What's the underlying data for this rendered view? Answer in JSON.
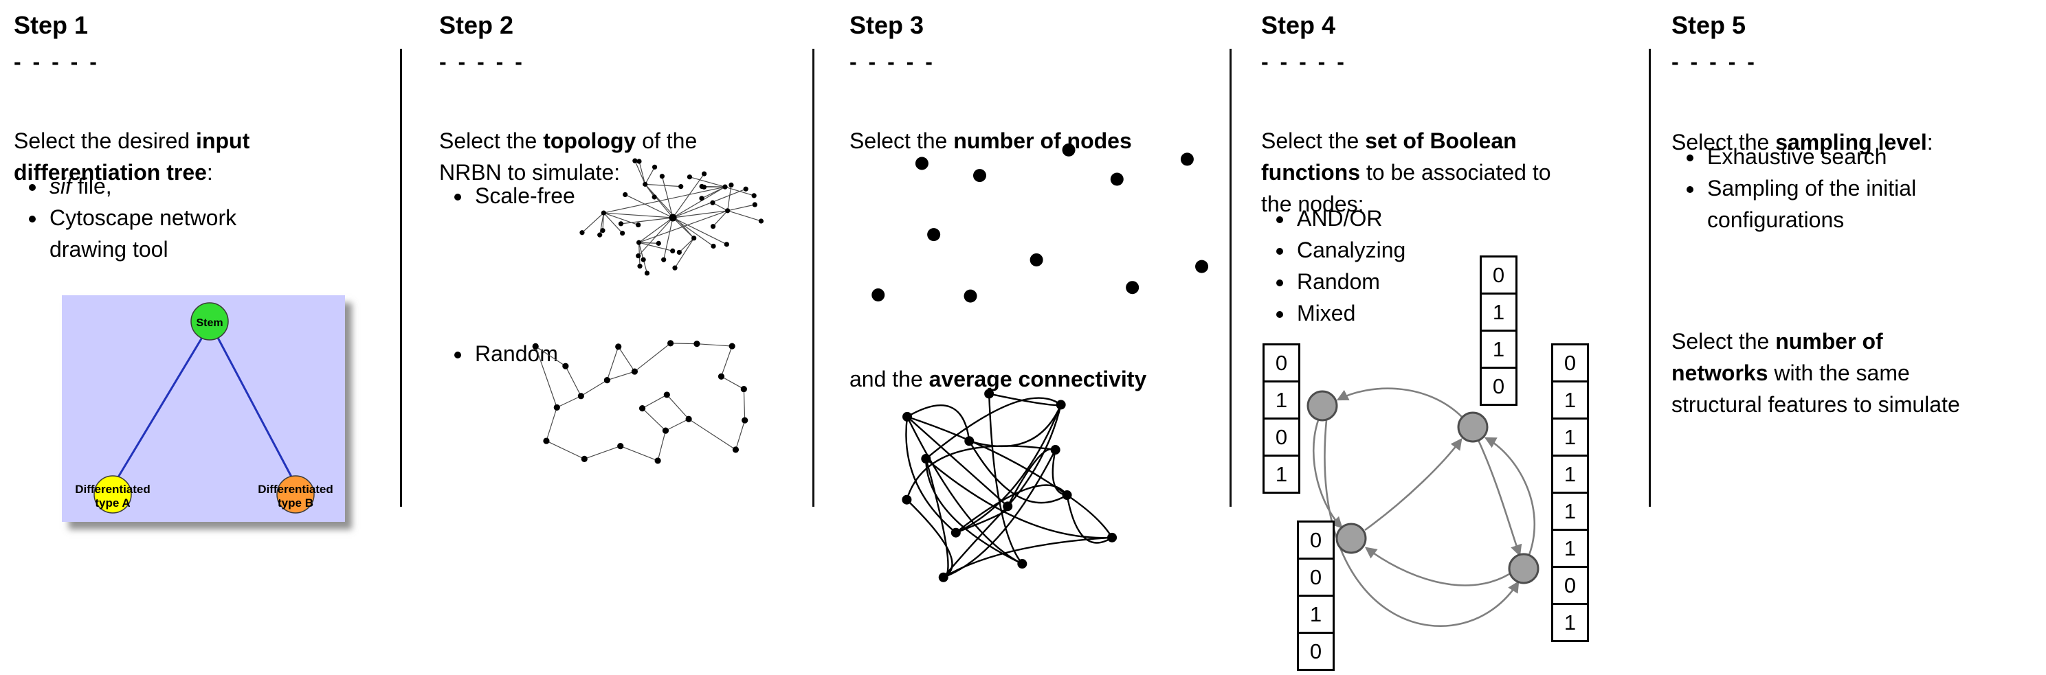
{
  "columns": [
    {
      "title": "Step 1",
      "dashes": "- - - - -",
      "intro": "Select the desired **input**\n**differentiation tree**:",
      "items": [
        "*sif* file,",
        "Cytoscape network\ndrawing tool"
      ]
    },
    {
      "title": "Step 2",
      "dashes": "- - - - -",
      "intro": "Select the **topology** of the\nNRBN to simulate:",
      "items": [
        "Scale-free",
        "Random"
      ]
    },
    {
      "title": "Step 3",
      "dashes": "- - - - -",
      "intro": "Select the **number of nodes**",
      "outro": "and the **average connectivity**"
    },
    {
      "title": "Step 4",
      "dashes": "- - - - -",
      "intro": "Select the **set of Boolean**\n**functions** to be associated to\nthe nodes:",
      "items": [
        "AND/OR",
        "Canalyzing",
        "Random",
        "Mixed"
      ]
    },
    {
      "title": "Step 5",
      "dashes": "- - - - -",
      "intro": "Select the **sampling level**:",
      "items": [
        "Exhaustive search",
        "Sampling of the initial\nconfigurations"
      ],
      "outro": "Select the **number of**\n**networks** with the same\nstructural features to simulate"
    }
  ],
  "tree": {
    "stem": "Stem",
    "type_a": [
      "Differentiated",
      "type A"
    ],
    "type_b": [
      "Differentiated",
      "type B"
    ],
    "colors": {
      "background": "#ccccff",
      "stem": "#33dd33",
      "type_a": "#ffff00",
      "type_b": "#ff9933",
      "edge": "#2233bb"
    }
  },
  "boolean_network": {
    "truth_tables": {
      "top": [
        "0",
        "1",
        "1",
        "0"
      ],
      "left": [
        "0",
        "1",
        "0",
        "1"
      ],
      "bottom_left": [
        "0",
        "0",
        "1",
        "0"
      ],
      "right": [
        "0",
        "1",
        "1",
        "1",
        "1",
        "1",
        "0",
        "1"
      ]
    },
    "node_color": "#a0a0a0",
    "edge_color": "#7f7f7f"
  },
  "network_style": {
    "dot_color": "#000000",
    "edge_color": "#4a4a4a"
  }
}
